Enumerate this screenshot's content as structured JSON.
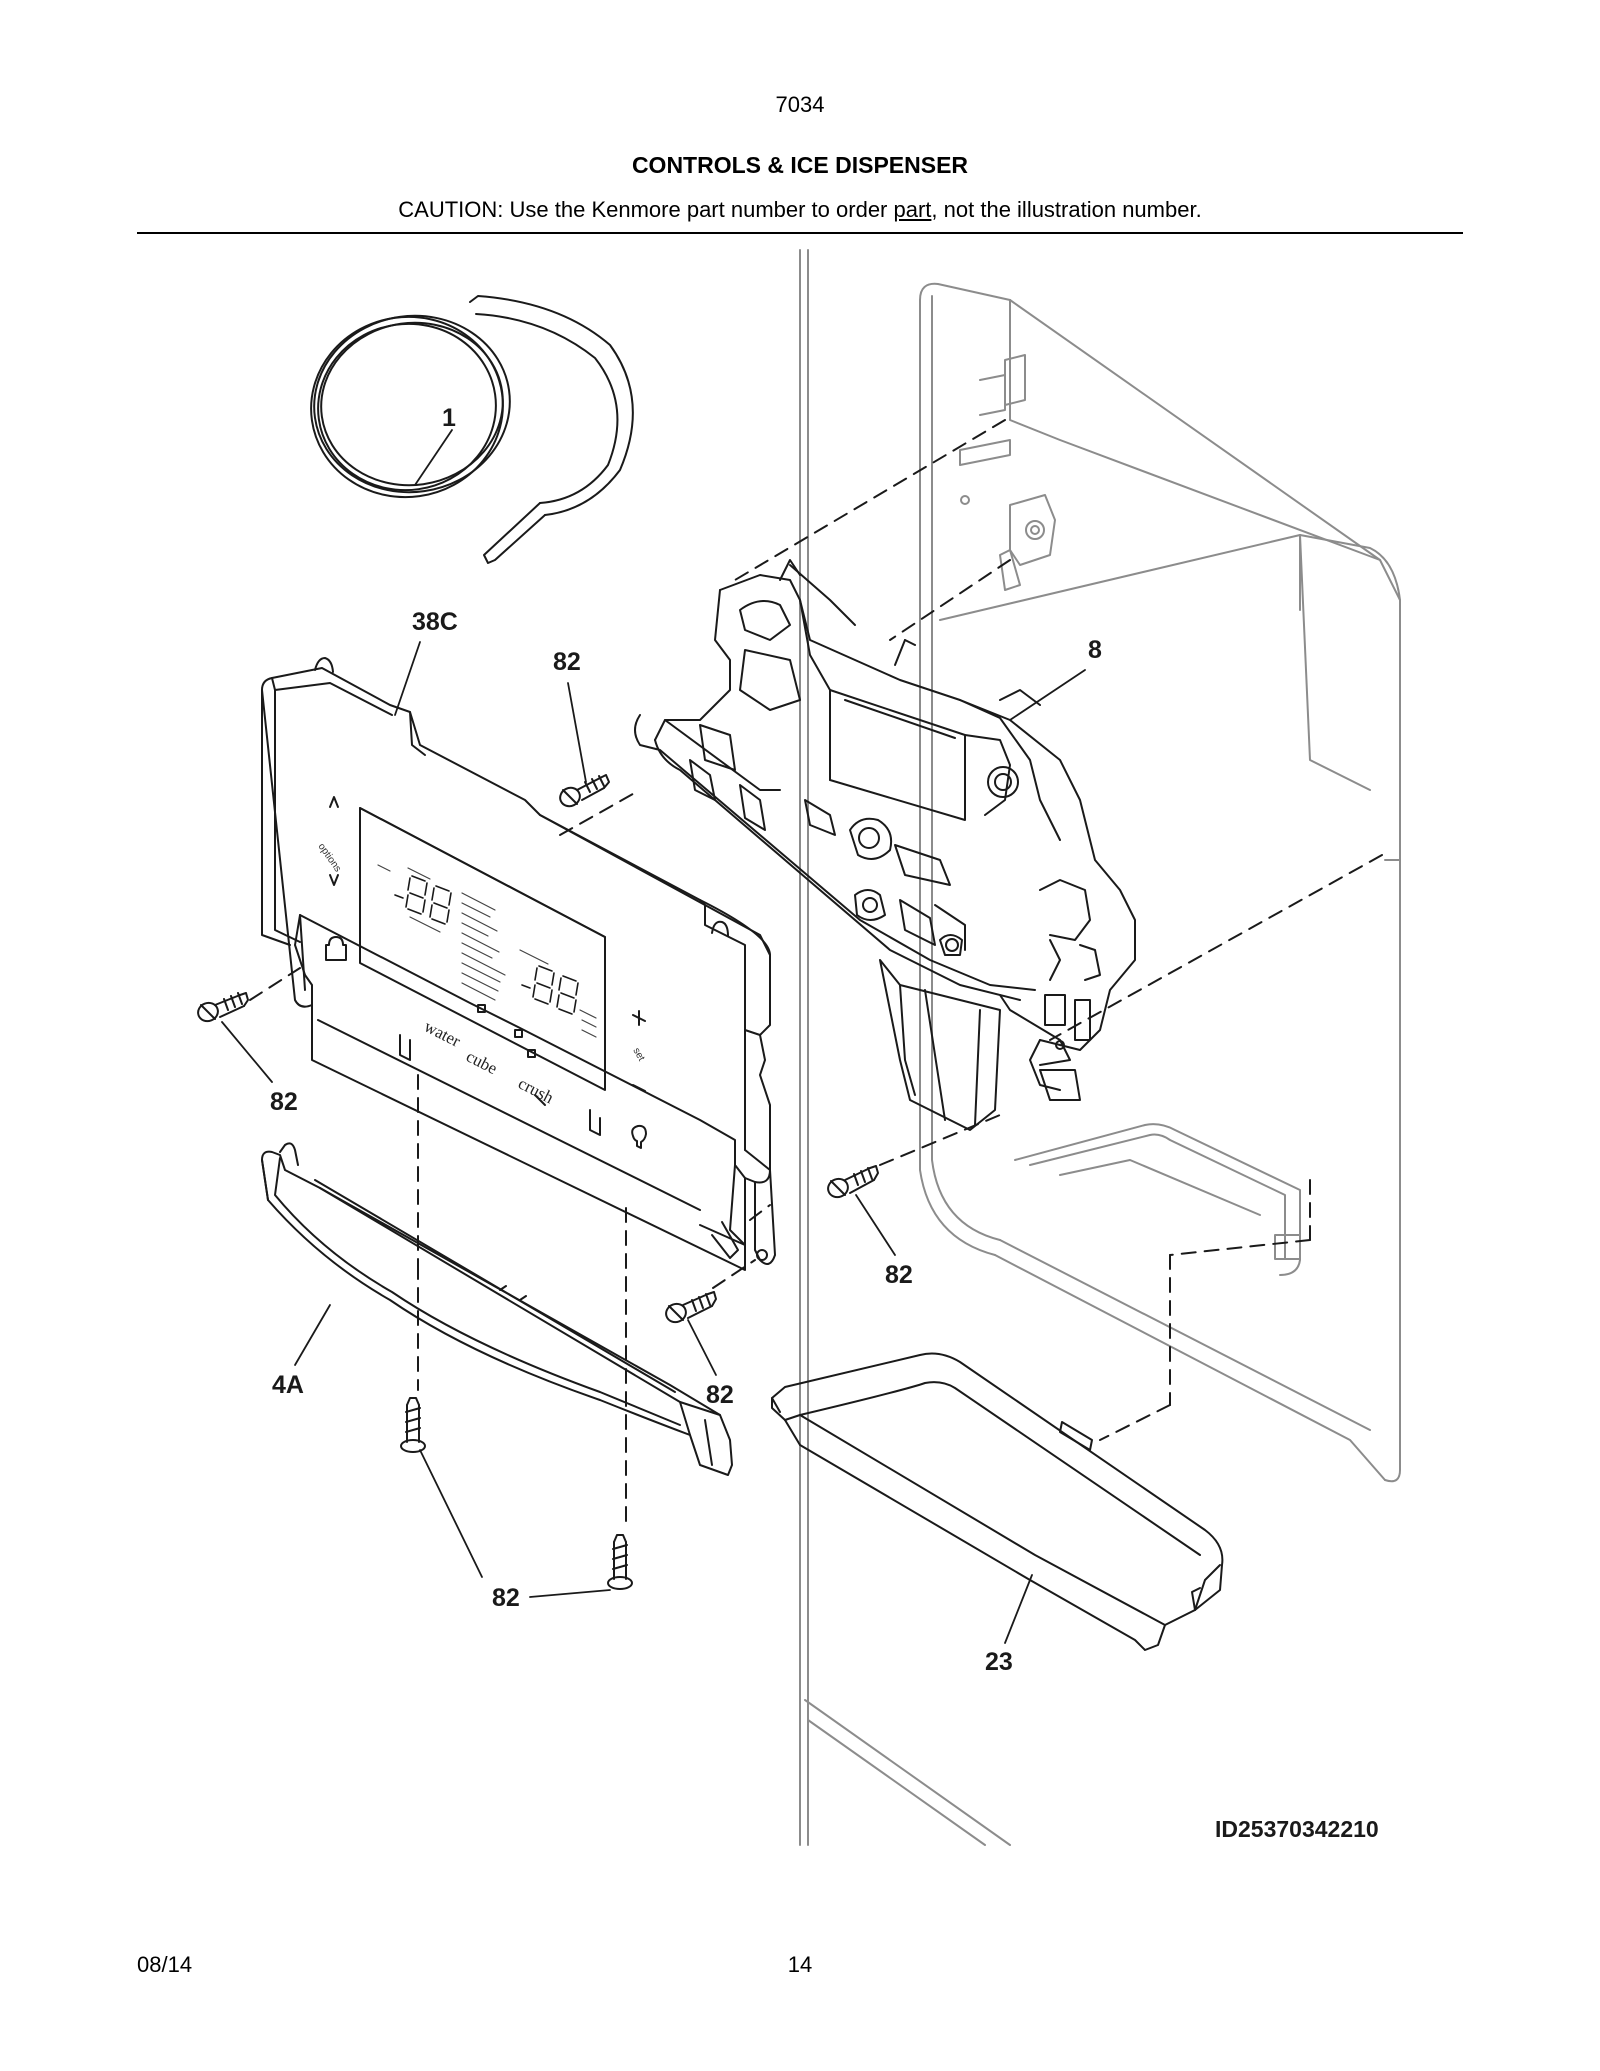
{
  "header": {
    "model_number": "7034",
    "title": "CONTROLS & ICE DISPENSER",
    "caution_prefix": "CAUTION: Use the Kenmore part number to order ",
    "caution_link": "part",
    "caution_suffix": ", not the illustration number."
  },
  "callouts": {
    "tubing": "1",
    "control_panel": "38C",
    "screw_top": "82",
    "dispenser_housing": "8",
    "screw_left": "82",
    "screw_right": "82",
    "trim_strip": "4A",
    "screw_center": "82",
    "screw_bottom": "82",
    "drip_tray": "23"
  },
  "panel_labels": {
    "options": "options",
    "water": "water",
    "cube": "cube",
    "crush": "crush",
    "set": "set",
    "display_left": "-88",
    "display_right": "-88"
  },
  "diagram_id": "ID25370342210",
  "footer": {
    "date": "08/14",
    "page": "14"
  },
  "colors": {
    "line": "#1a1a1a",
    "light_line": "#8c8c8c"
  }
}
